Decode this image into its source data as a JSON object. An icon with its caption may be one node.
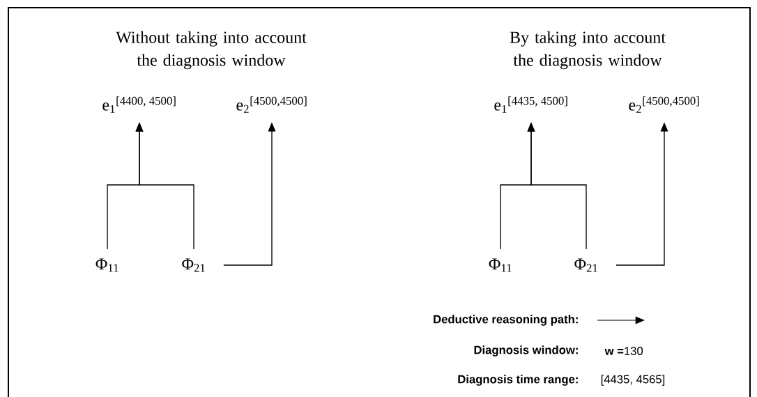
{
  "diagram": {
    "nodes": [
      {
        "text": [
          "e$_{1}$$^{[4400, 4500]}$"
        ]
      },
      {
        "text": [
          "e$_{2}$$^{[4500,4500]}$"
        ]
      },
      {
        "text": [
          "Φ$_{11}$"
        ]
      },
      {
        "text": [
          "Φ$_{21}$"
        ]
      },
      {
        "text": [
          "e$_{1}$$^{[4435, 4500]}$"
        ]
      },
      {
        "text": [
          "e$_{2}$$^{[4500,4500]}$"
        ]
      },
      {
        "text": [
          "Φ$_{11}$"
        ]
      },
      {
        "text": [
          "Φ$_{21}$"
        ]
      }
    ],
    "edges": [
      {
        "from": 2,
        "to": 0,
        "arrow": "to"
      },
      {
        "from": 3,
        "to": 0,
        "arrow": "to"
      },
      {
        "from": 3,
        "to": 1,
        "arrow": "to"
      },
      {
        "from": 6,
        "to": 4,
        "arrow": "to"
      },
      {
        "from": 7,
        "to": 4,
        "arrow": "to"
      },
      {
        "from": 7,
        "to": 5,
        "arrow": "to"
      }
    ],
    "labels": [
      "Without taking into account the diagnosis window",
      "By taking into account the diagnosis window",
      "Diagnosis window:",
      "**w =**130",
      "Diagnosis time range:",
      "[4435, 4565]"
    ],
    "legend": [
      {
        "text": "Deductive reasoning path:"
      }
    ]
  }
}
